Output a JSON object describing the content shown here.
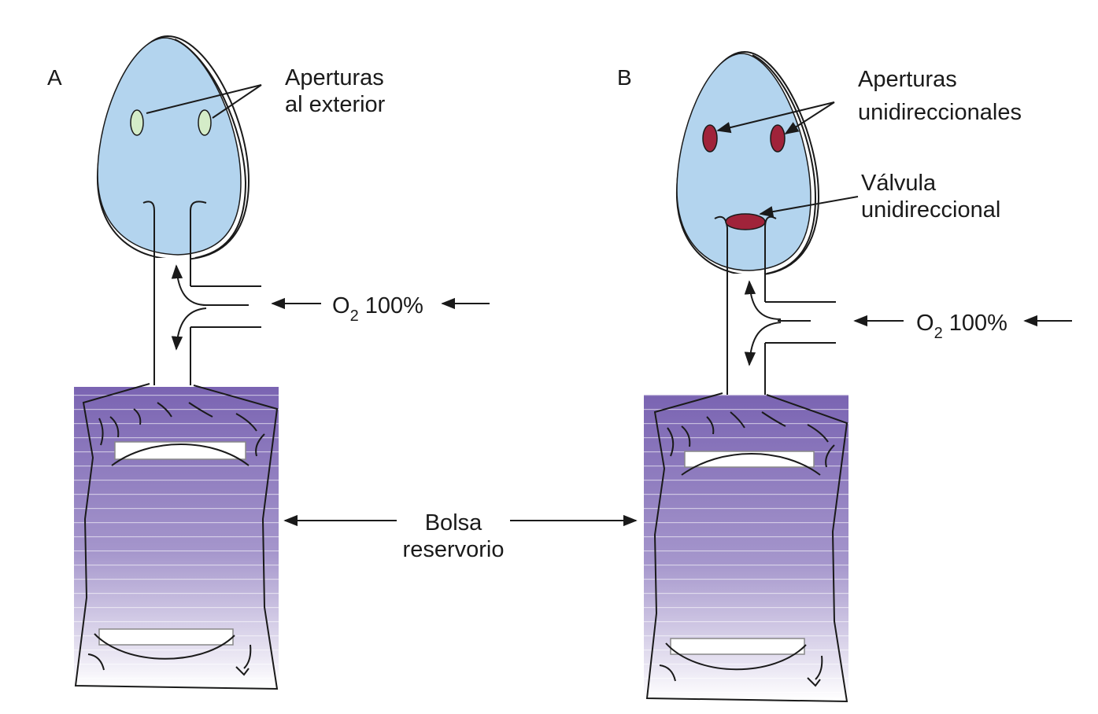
{
  "panels": [
    {
      "id": "A",
      "label": "A",
      "openings_label": [
        "Aperturas",
        "al exterior"
      ],
      "openings_color": "#d4ecc8",
      "inflow_label": "O",
      "inflow_subscript": "2",
      "inflow_value": "100%"
    },
    {
      "id": "B",
      "label": "B",
      "openings_label": [
        "Aperturas",
        "unidireccionales"
      ],
      "openings_color": "#a0233a",
      "valve_label": [
        "Válvula",
        "unidireccional"
      ],
      "valve_color": "#a0233a",
      "inflow_label": "O",
      "inflow_subscript": "2",
      "inflow_value": "100%"
    }
  ],
  "shared_label": [
    "Bolsa",
    "reservorio"
  ],
  "colors": {
    "mask_fill": "#b3d4ee",
    "bag_top": "#7a64b2",
    "bag_bottom": "#ffffff",
    "outline": "#1a1a1a"
  }
}
